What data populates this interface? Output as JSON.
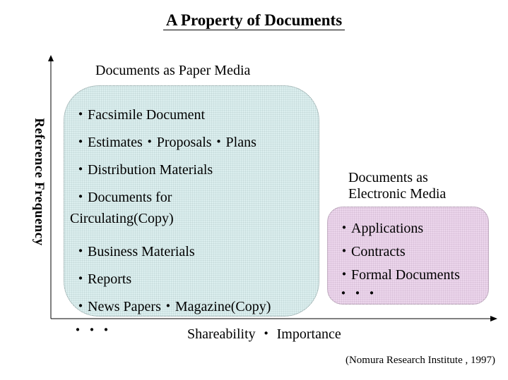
{
  "title": "A Property of Documents",
  "y_axis_label": "Reference Frequency",
  "x_axis_label": "Shareability  ・ Importance",
  "paper_group": {
    "title": "Documents as Paper Media",
    "items": [
      "・Facsimile Document",
      "・Estimates・Proposals・Plans",
      "・Distribution Materials",
      "・Documents for",
      "Circulating(Copy)",
      "・Business Materials",
      "・Reports",
      "・News Papers・Magazine(Copy)",
      "・・・"
    ]
  },
  "electronic_group": {
    "title_line1": "Documents as",
    "title_line2": "Electronic Media",
    "items": [
      "・Applications",
      "・Contracts",
      "・Formal Documents",
      "・・・"
    ]
  },
  "source": "(Nomura Research Institute , 1997)",
  "colors": {
    "paper_fill": "#dcefef",
    "electronic_fill": "#ecd6ec",
    "axis": "#000000"
  }
}
